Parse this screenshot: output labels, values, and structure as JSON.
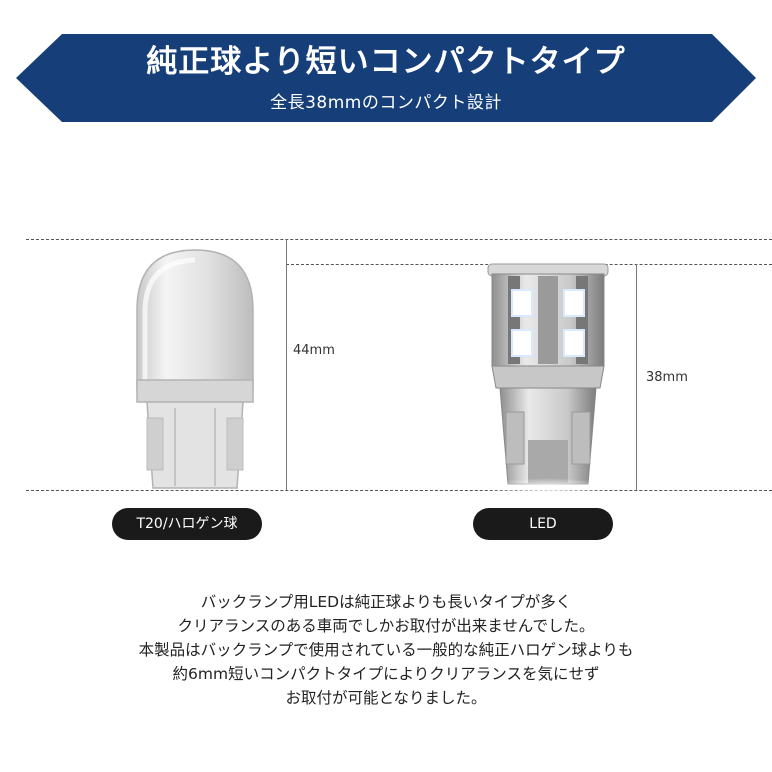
{
  "banner": {
    "title": "純正球より短いコンパクトタイプ",
    "subtitle": "全長38mmのコンパクト設計",
    "color": "#163f7a"
  },
  "halogen": {
    "length_label": "44mm",
    "label": "T20/ハロゲン球"
  },
  "led": {
    "length_label": "38mm",
    "label": "LED"
  },
  "description": [
    "バックランプ用LEDは純正球よりも長いタイプが多く",
    "クリアランスのある車両でしかお取付が出来ませんでした。",
    "本製品はバックランプで使用されている一般的な純正ハロゲン球よりも",
    "約6mm短いコンパクトタイプによりクリアランスを気にせず",
    "お取付が可能となりました。"
  ]
}
